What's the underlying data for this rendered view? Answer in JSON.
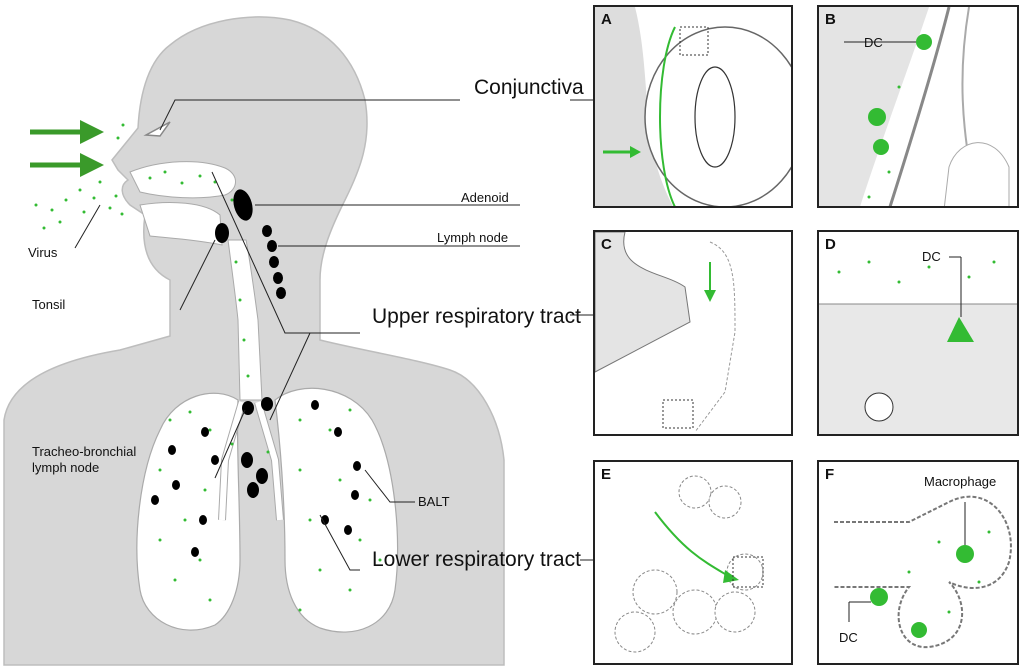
{
  "labels": {
    "virus": "Virus",
    "tonsil": "Tonsil",
    "tracheo_line1": "Tracheo-bronchial",
    "tracheo_line2": "lymph node",
    "adenoid": "Adenoid",
    "lymph_node": "Lymph node",
    "balt": "BALT",
    "conjunctiva": "Conjunctiva",
    "upper_tract": "Upper respiratory tract",
    "lower_tract": "Lower respiratory tract"
  },
  "panels": [
    {
      "letter": "A"
    },
    {
      "letter": "B",
      "label": "DC"
    },
    {
      "letter": "C"
    },
    {
      "letter": "D",
      "label": "DC"
    },
    {
      "letter": "E"
    },
    {
      "letter": "F",
      "label": "DC",
      "label2": "Macrophage"
    }
  ],
  "colors": {
    "body": "#d7d7d7",
    "body_outline": "#bdbdbd",
    "virus_green": "#33bb33",
    "lymph": "#000000",
    "line": "#222222"
  }
}
